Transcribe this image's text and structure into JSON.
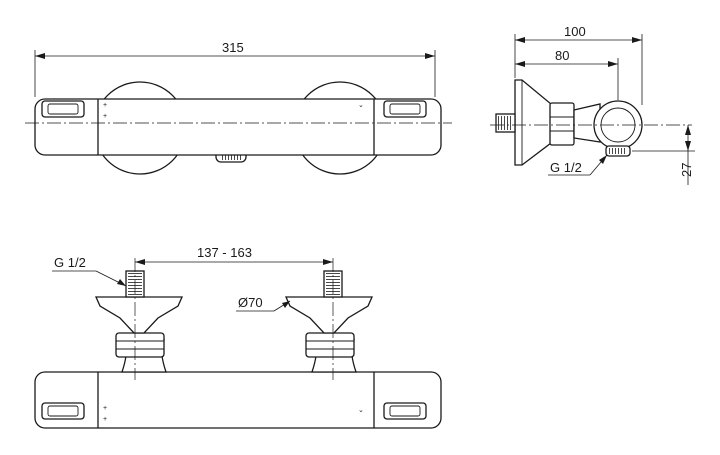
{
  "front_view": {
    "overall_length": "315",
    "dial_marks": {
      "left_top": "+",
      "left_bottom": "+",
      "right": "⌄"
    }
  },
  "side_view": {
    "depth_total": "100",
    "depth_axis": "80",
    "height_offset": "27",
    "outlet_thread": "G 1/2"
  },
  "top_view": {
    "inlet_spacing": "137 - 163",
    "inlet_thread": "G 1/2",
    "cover_diameter": "Ø70",
    "dial_marks": {
      "left_top": "+",
      "left_bottom": "+",
      "right": "⌄"
    }
  }
}
